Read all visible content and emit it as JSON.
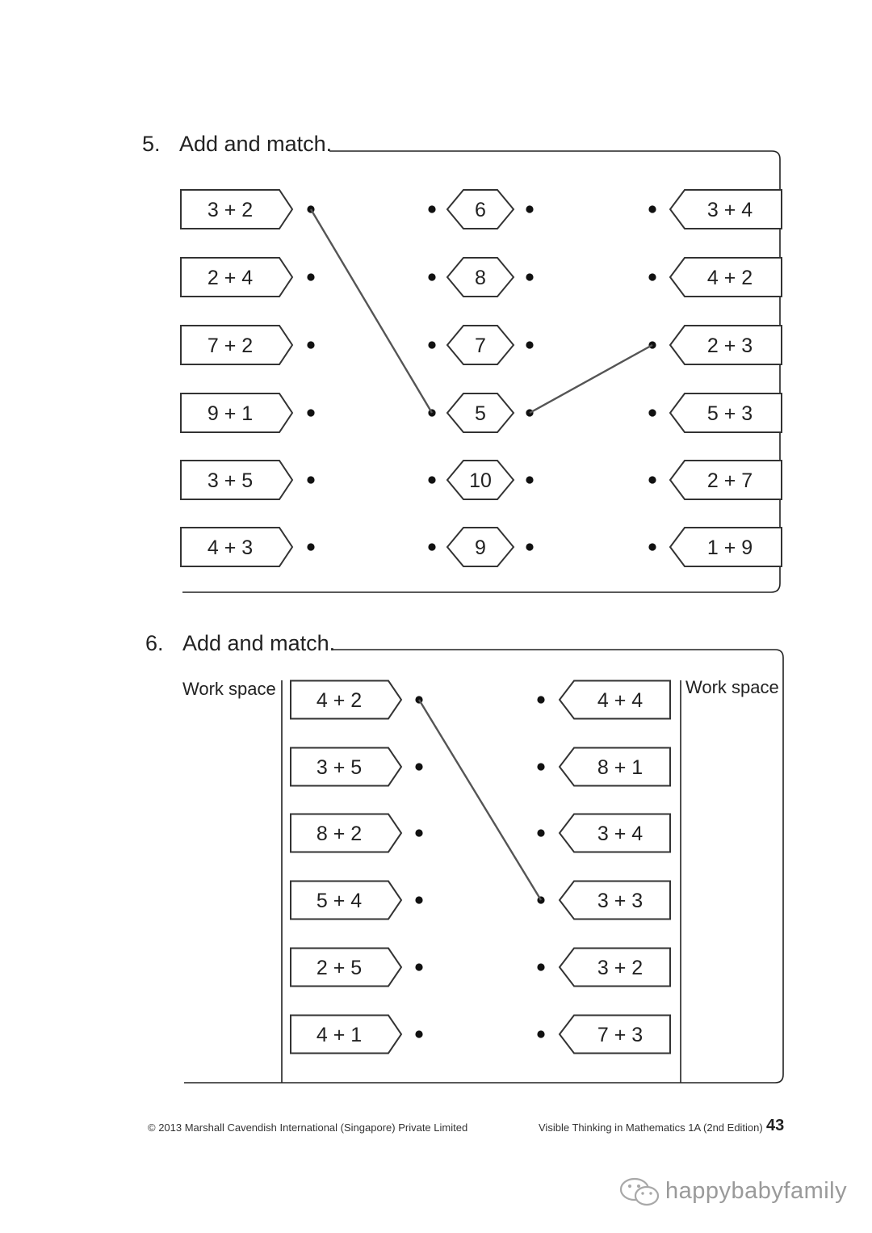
{
  "q5": {
    "number": "5.",
    "title": "Add and match.",
    "left": [
      "3 + 2",
      "2 + 4",
      "7 + 2",
      "9 + 1",
      "3 + 5",
      "4 + 3"
    ],
    "middle": [
      "6",
      "8",
      "7",
      "5",
      "10",
      "9"
    ],
    "right": [
      "3 + 4",
      "4 + 2",
      "2 + 3",
      "5 + 3",
      "2 + 7",
      "1 + 9"
    ],
    "drawn_matches": [
      {
        "from": "3 + 2",
        "to": "5"
      },
      {
        "from": "5",
        "to": "2 + 3"
      }
    ]
  },
  "q6": {
    "number": "6.",
    "title": "Add and match.",
    "workspace_left": "Work space",
    "workspace_right": "Work space",
    "left": [
      "4 + 2",
      "3 + 5",
      "8 + 2",
      "5 + 4",
      "2 + 5",
      "4 + 1"
    ],
    "right": [
      "4 + 4",
      "8 + 1",
      "3 + 4",
      "3 + 3",
      "3 + 2",
      "7 + 3"
    ],
    "drawn_matches": [
      {
        "from": "4 + 2",
        "to": "3 + 3"
      }
    ]
  },
  "footer": {
    "copyright": "© 2013 Marshall Cavendish International (Singapore) Private Limited",
    "book": "Visible Thinking in Mathematics 1A (2nd Edition)",
    "page": "43"
  },
  "watermark": "happybabyfamily"
}
